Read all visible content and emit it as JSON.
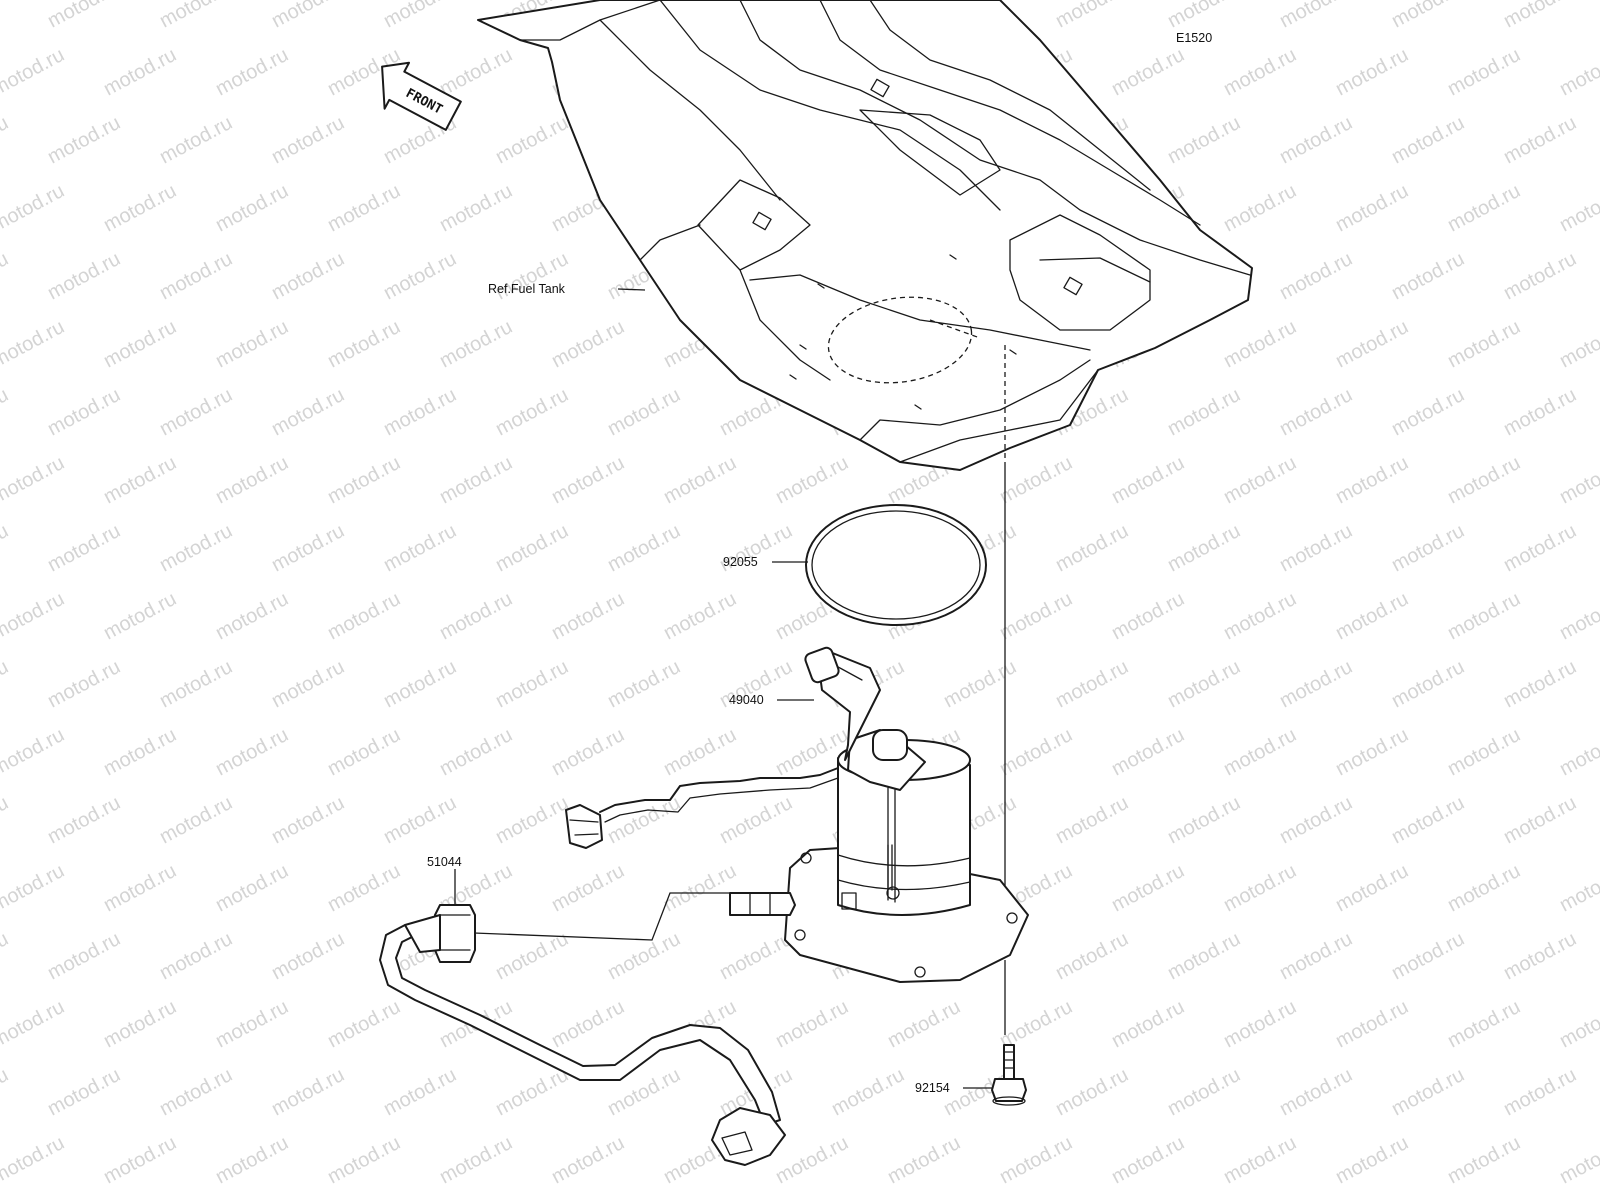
{
  "diagram_code": "E1520",
  "watermark": "motod.ru",
  "front_marker": "FRONT",
  "reference_label": "Ref.Fuel Tank",
  "parts": {
    "gasket": "92055",
    "pump": "49040",
    "hose": "51044",
    "bolt": "92154"
  }
}
